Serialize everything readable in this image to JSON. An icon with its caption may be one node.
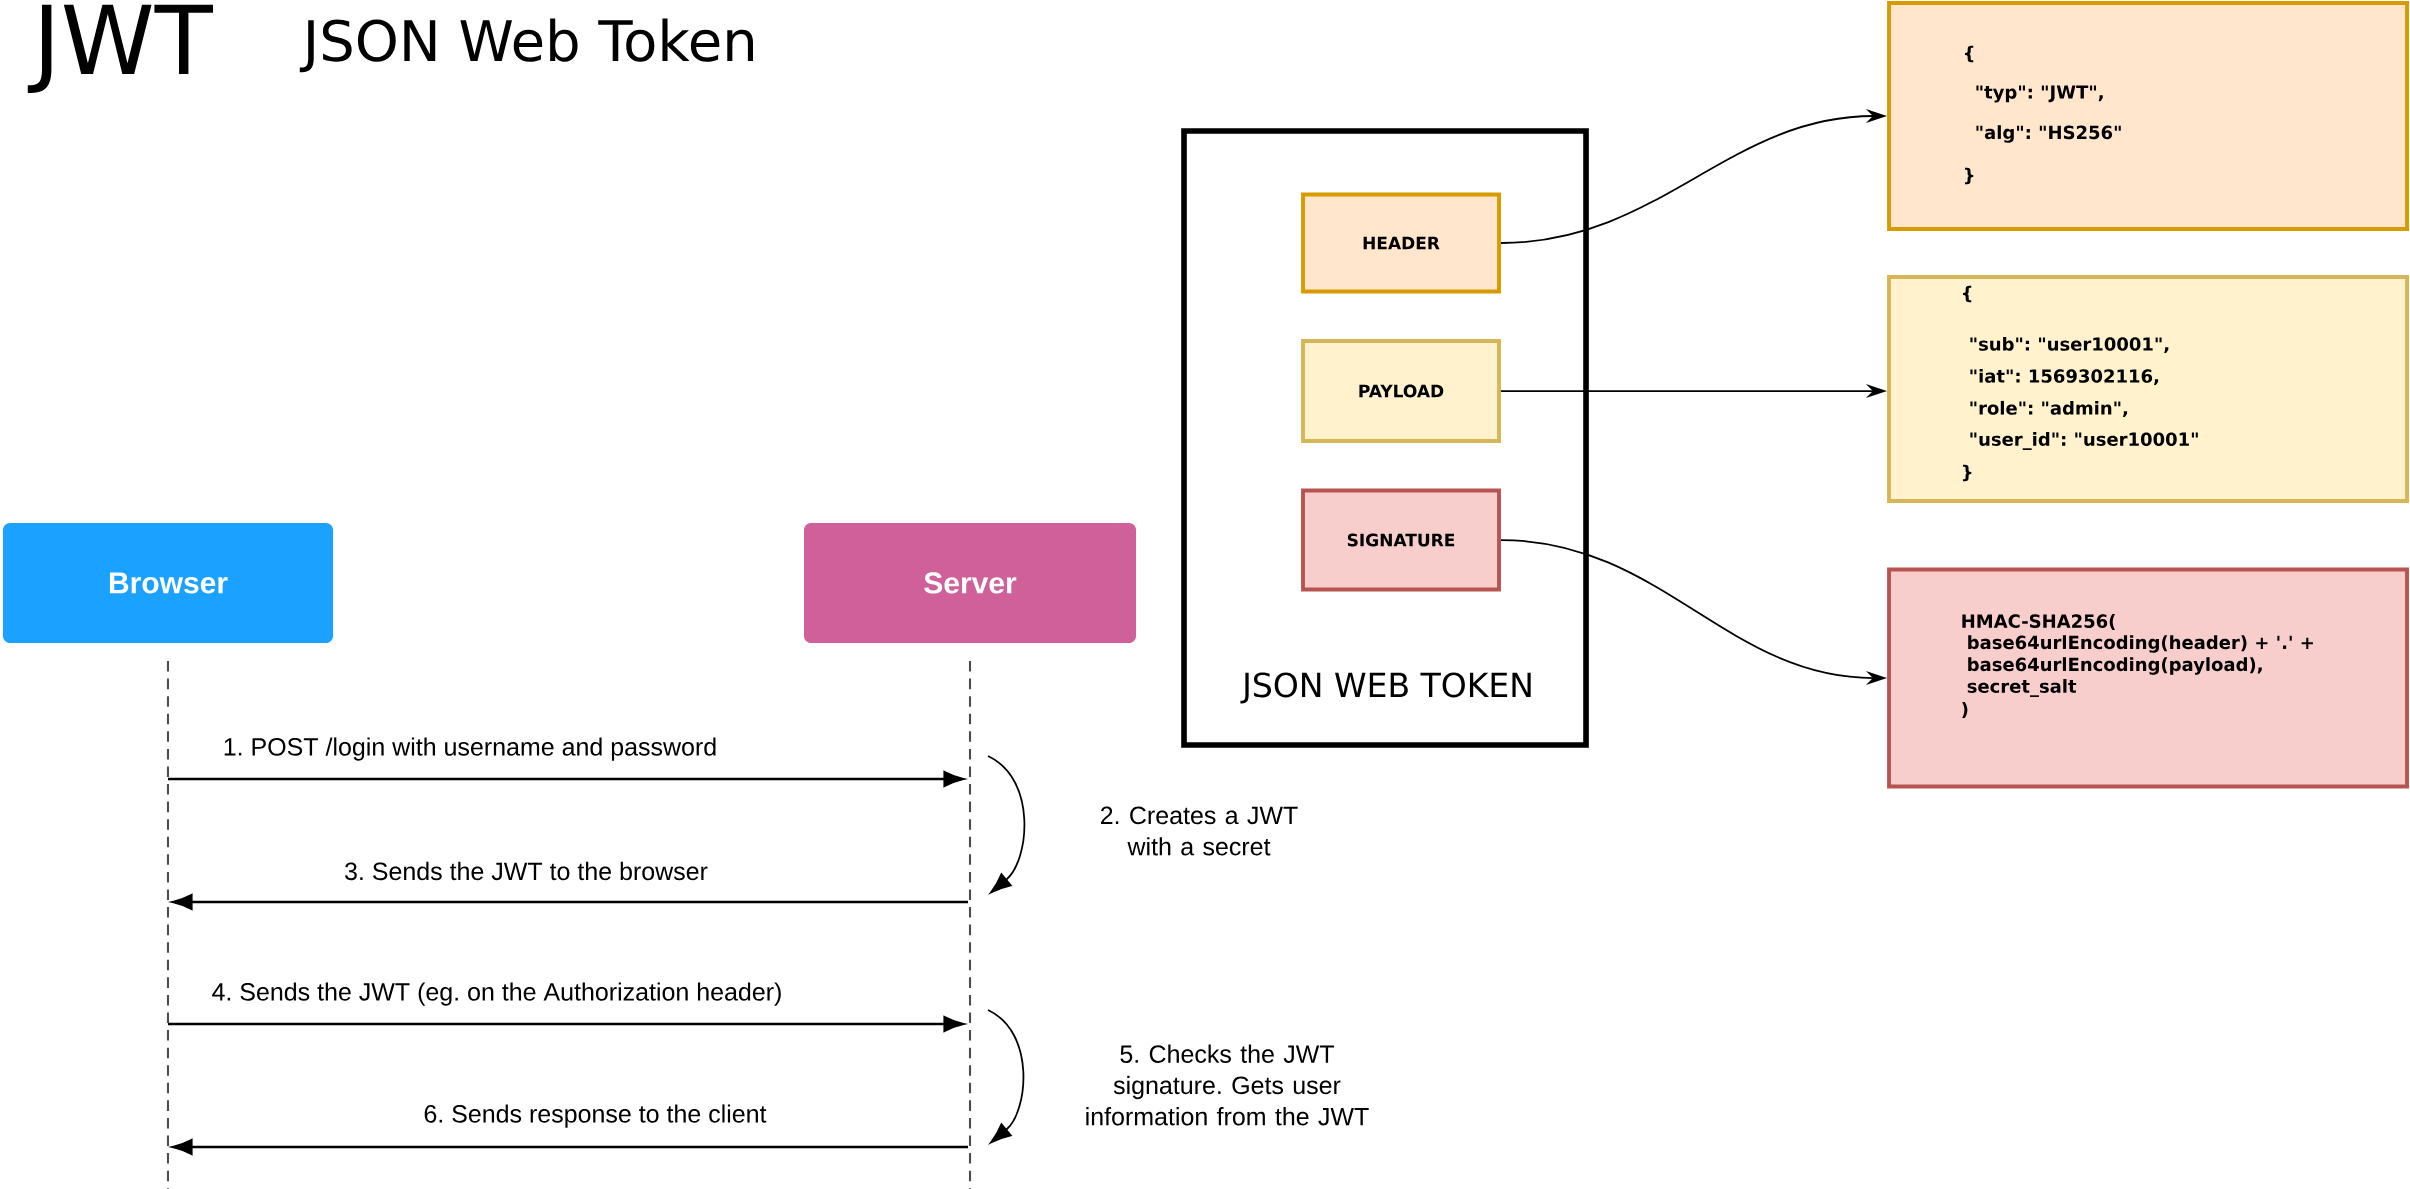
{
  "diagram": {
    "title": "JWT",
    "nodes": [
      {
        "text": [
          "Browser"
        ]
      },
      {
        "text": [
          "Server"
        ]
      },
      {
        "text": [],
        "shape": "line"
      },
      {
        "text": [],
        "shape": "line"
      },
      {
        "text": [
          "JSON WEB TOKEN"
        ]
      },
      {
        "text": [
          "HEADER"
        ],
        "in": 4
      },
      {
        "text": [
          "PAYLOAD"
        ],
        "in": 4
      },
      {
        "text": [
          "SIGNATURE"
        ],
        "in": 4
      },
      {
        "text": [
          "{",
          "\"typ\": \"JWT\",",
          "\"alg\": \"HS256\"",
          "}"
        ]
      },
      {
        "text": [
          "{",
          "\"sub\": \"user10001\",",
          "\"iat\": 1569302116,",
          "\"role\": \"admin\",",
          "\"user_id\": \"user10001\"",
          "}"
        ]
      },
      {
        "text": [
          "HMAC-SHA256(",
          "base64urlEncoding(header) + '.' +",
          "base64urlEncoding(payload),",
          "secret_salt",
          ")"
        ]
      }
    ],
    "edges": [
      {
        "from": 2,
        "to": 3,
        "arrow": "to",
        "label": "1. POST /login with username and password"
      },
      {
        "from": 3,
        "to": 3,
        "arrow": "to",
        "label": "2. Creates a JWT with a secret"
      },
      {
        "from": 3,
        "to": 2,
        "arrow": "to",
        "label": "3. Sends the JWT to the browser"
      },
      {
        "from": 2,
        "to": 3,
        "arrow": "to",
        "label": "4. Sends the JWT (eg. on the Authorization header)"
      },
      {
        "from": 3,
        "to": 3,
        "arrow": "to",
        "label": "5. Checks the JWT signature. Gets user information from the JWT"
      },
      {
        "from": 3,
        "to": 2,
        "arrow": "to",
        "label": "6. Sends response to the client"
      },
      {
        "from": 5,
        "to": 8,
        "arrow": "to"
      },
      {
        "from": 6,
        "to": 9,
        "arrow": "to"
      },
      {
        "from": 7,
        "to": 10,
        "arrow": "to"
      }
    ],
    "labels": [
      "JSON Web Token"
    ]
  }
}
